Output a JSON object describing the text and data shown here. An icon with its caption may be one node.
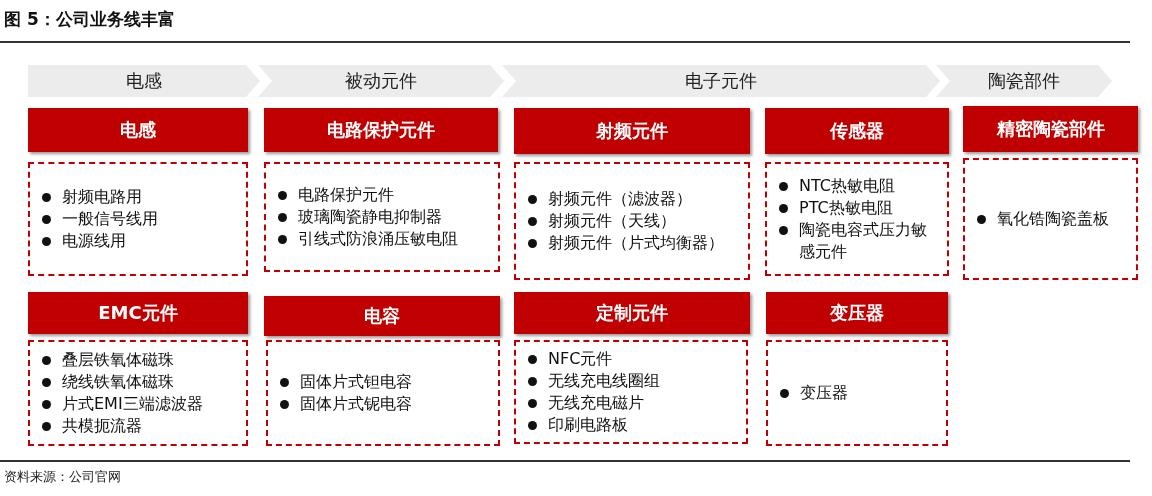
{
  "diagram": {
    "title": "图 5：公司业务线丰富",
    "nodes": [
      {
        "text": [
          "电感"
        ]
      },
      {
        "text": [
          "被动元件"
        ]
      },
      {
        "text": [
          "电子元件"
        ]
      },
      {
        "text": [
          "陶瓷部件"
        ]
      },
      {
        "text": [
          "电感"
        ]
      },
      {
        "text": [
          "射频电路用",
          "一般信号线用",
          "电源线用"
        ]
      },
      {
        "text": [
          "电路保护元件"
        ]
      },
      {
        "text": [
          "电路保护元件",
          "玻璃陶瓷静电抑制器",
          "引线式防浪涌压敏电阻"
        ]
      },
      {
        "text": [
          "射频元件"
        ]
      },
      {
        "text": [
          "射频元件（滤波器）",
          "射频元件（天线）",
          "射频元件（片式均衡器）"
        ]
      },
      {
        "text": [
          "传感器"
        ]
      },
      {
        "text": [
          "NTC热敏电阻",
          "PTC热敏电阻",
          "陶瓷电容式压力敏感元件"
        ]
      },
      {
        "text": [
          "精密陶瓷部件"
        ]
      },
      {
        "text": [
          "氧化锆陶瓷盖板"
        ]
      },
      {
        "text": [
          "EMC元件"
        ]
      },
      {
        "text": [
          "叠层铁氧体磁珠",
          "绕线铁氧体磁珠",
          "片式EMI三端滤波器",
          "共模扼流器"
        ]
      },
      {
        "text": [
          "电容"
        ]
      },
      {
        "text": [
          "固体片式钽电容",
          "固体片式铌电容"
        ]
      },
      {
        "text": [
          "定制元件"
        ]
      },
      {
        "text": [
          "NFC元件",
          "无线充电线圈组",
          "无线充电磁片",
          "印刷电路板"
        ]
      },
      {
        "text": [
          "变压器"
        ]
      },
      {
        "text": [
          "变压器"
        ]
      }
    ],
    "labels": [
      "资料来源：公司官网"
    ]
  }
}
